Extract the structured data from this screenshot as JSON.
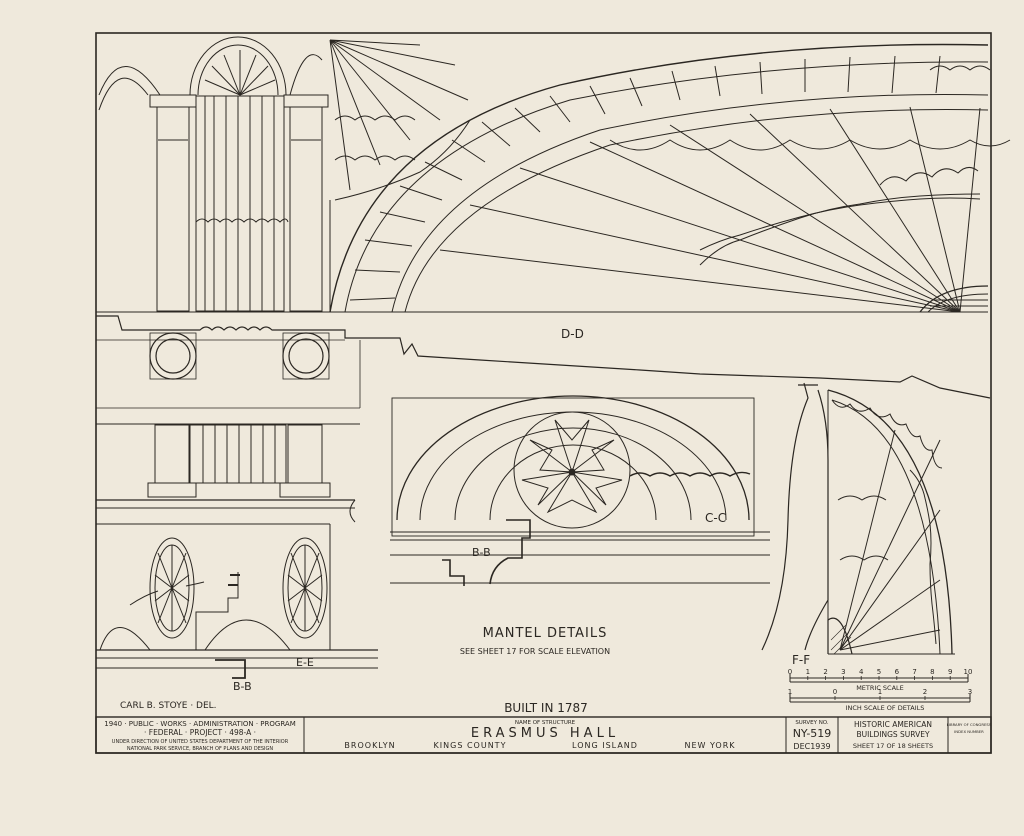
{
  "section_labels": {
    "d_d": "D-D",
    "c_c": "C-C",
    "b_b_mid": "B-B",
    "b_b_left": "B-B",
    "e_e": "E-E",
    "f_f": "F-F"
  },
  "mantel": {
    "title": "MANTEL DETAILS",
    "note": "SEE SHEET 17 FOR SCALE ELEVATION"
  },
  "delineator": "CARL B. STOYE · DEL.",
  "built": "BUILT IN 1787",
  "scales": {
    "metric_ticks": [
      "0",
      "1",
      "2",
      "3",
      "4",
      "5",
      "6",
      "7",
      "8",
      "9",
      "10"
    ],
    "metric_label": "METRIC SCALE",
    "inch_ticks": [
      "1",
      "0",
      "1",
      "2",
      "3"
    ],
    "inch_label": "INCH SCALE OF DETAILS"
  },
  "title_block": {
    "program_line1": "1940 · PUBLIC · WORKS · ADMINISTRATION · PROGRAM",
    "program_line2": "· FEDERAL · PROJECT · 498-A ·",
    "program_line3": "UNDER DIRECTION OF UNITED STATES DEPARTMENT OF THE INTERIOR",
    "program_line4": "NATIONAL PARK SERVICE, BRANCH OF PLANS AND DESIGN",
    "name_caption": "NAME OF STRUCTURE",
    "structure_name": "ERASMUS HALL",
    "city": "BROOKLYN",
    "county": "KINGS COUNTY",
    "region": "LONG ISLAND",
    "state": "NEW YORK",
    "survey_caption": "SURVEY NO.",
    "survey_no": "NY-519",
    "survey_date": "DEC1939",
    "habs_line1": "HISTORIC AMERICAN",
    "habs_line2": "BUILDINGS SURVEY",
    "sheet_info": "SHEET 17 OF 18 SHEETS",
    "library_line1": "LIBRARY OF CONGRESS",
    "library_line2": "INDEX NUMBER"
  }
}
